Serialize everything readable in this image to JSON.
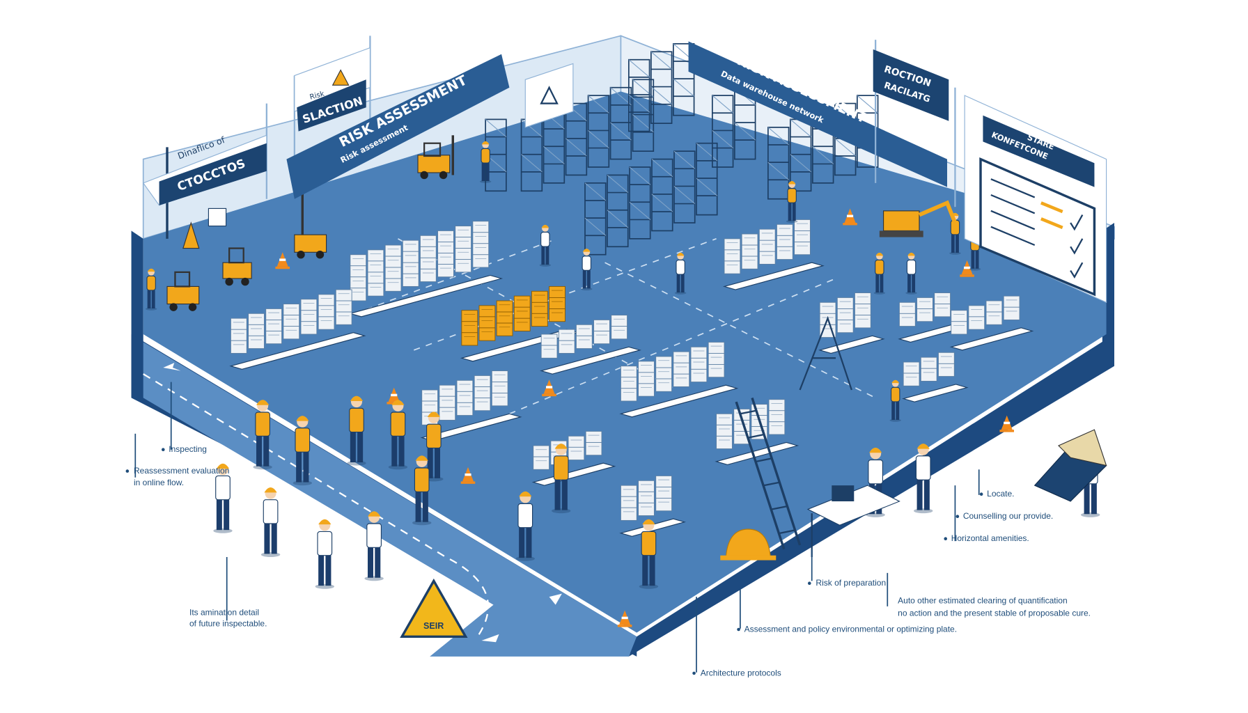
{
  "colors": {
    "floor": "#4b80b8",
    "floor_edge": "#1d4a80",
    "wall": "#dce9f5",
    "sign": "#2a5d94",
    "sign_dark": "#1c4471",
    "accent_yellow": "#f2a71b",
    "pallet": "#eef2f6",
    "background": "#ffffff"
  },
  "signs": {
    "left_post": {
      "line1": "Dinaflico of",
      "line2": "CTOCCTOS"
    },
    "slaction": {
      "line1": "Risk",
      "line2": "SLACTION"
    },
    "left_banner": {
      "title": "RISK ASSESSMENT",
      "subtitle": "Risk assessment"
    },
    "right_banner": {
      "title": "RISK ASSESSMENT",
      "subtitle": "Data warehouse network"
    },
    "roction": {
      "line1": "ROCTION",
      "line2": "RACILATG"
    },
    "stare": {
      "line1": "STARE",
      "line2": "KONFETCONE"
    },
    "warning": {
      "label": "SEIR"
    }
  },
  "annotations": [
    {
      "text": "Inspecting"
    },
    {
      "text": "Reassessment evaluation"
    },
    {
      "text": "in online flow."
    },
    {
      "text": "Its amination detail"
    },
    {
      "text": "of future inspectable."
    },
    {
      "text": "Risk of preparation"
    },
    {
      "text": "Auto other estimated clearing of quantification"
    },
    {
      "text": "no action and the present stable of proposable cure."
    },
    {
      "text": "Assessment and policy environmental or optimizing plate."
    },
    {
      "text": "Architecture protocols"
    },
    {
      "text": "Locate."
    },
    {
      "text": "Counselling our provide."
    },
    {
      "text": "Horizontal amenities."
    }
  ],
  "icons": [
    "warning-triangle-icon",
    "traffic-cone-icon",
    "forklift-icon",
    "checklist-board-icon",
    "laptop-icon",
    "hard-hat-icon",
    "direction-arrow-icon"
  ]
}
